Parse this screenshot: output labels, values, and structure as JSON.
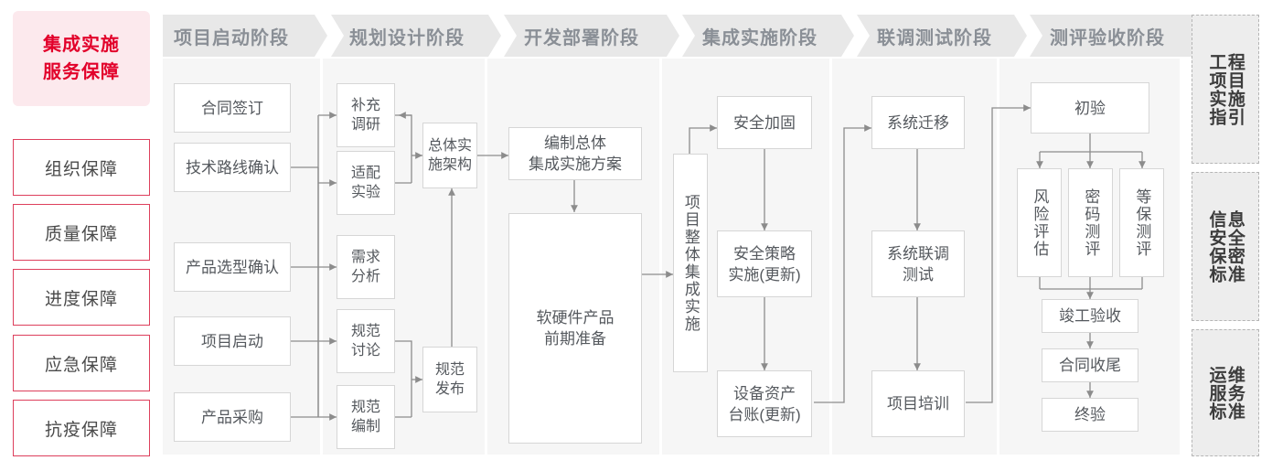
{
  "left_rail": {
    "title": "集成实施\n服务保障",
    "title_line1": "集成实施",
    "title_line2": "服务保障",
    "items": [
      {
        "label": "组织保障"
      },
      {
        "label": "质量保障"
      },
      {
        "label": "进度保障"
      },
      {
        "label": "应急保障"
      },
      {
        "label": "抗疫保障"
      }
    ],
    "colors": {
      "title_bg": "#fce9ed",
      "title_text": "#e2002a",
      "item_border": "#dd3f5c"
    }
  },
  "stages": [
    {
      "id": "stage1",
      "header": "项目启动阶段"
    },
    {
      "id": "stage2",
      "header": "规划设计阶段"
    },
    {
      "id": "stage3",
      "header": "开发部署阶段"
    },
    {
      "id": "stage4",
      "header": "集成实施阶段"
    },
    {
      "id": "stage5",
      "header": "联调测试阶段"
    },
    {
      "id": "stage6",
      "header": "测评验收阶段"
    }
  ],
  "nodes": {
    "s1": [
      {
        "label": "合同签订"
      },
      {
        "label": "技术路线确认"
      },
      {
        "label": "产品选型确认"
      },
      {
        "label": "项目启动"
      },
      {
        "label": "产品采购"
      }
    ],
    "s2_left": [
      {
        "line1": "补充",
        "line2": "调研"
      },
      {
        "line1": "适配",
        "line2": "实验"
      },
      {
        "line1": "需求",
        "line2": "分析"
      },
      {
        "line1": "规范",
        "line2": "讨论"
      },
      {
        "line1": "规范",
        "line2": "编制"
      }
    ],
    "s2_right": [
      {
        "line1": "总体实",
        "line2": "施架构"
      },
      {
        "line1": "规范",
        "line2": "发布"
      }
    ],
    "s3": [
      {
        "line1": "编制总体",
        "line2": "集成实施方案"
      },
      {
        "line1": "软硬件产品",
        "line2": "前期准备"
      }
    ],
    "s4_vertical": {
      "label": "项目整体集成实施"
    },
    "s4": [
      {
        "line1": "安全加固",
        "line2": ""
      },
      {
        "line1": "安全策略",
        "line2": "实施(更新)"
      },
      {
        "line1": "设备资产",
        "line2": "台账(更新)"
      }
    ],
    "s5": [
      {
        "line1": "系统迁移",
        "line2": ""
      },
      {
        "line1": "系统联调",
        "line2": "测试"
      },
      {
        "line1": "项目培训",
        "line2": ""
      }
    ],
    "s6_top": {
      "label": "初验"
    },
    "s6_tests": [
      {
        "label": "风险评估"
      },
      {
        "label": "密码测评"
      },
      {
        "label": "等保测评"
      }
    ],
    "s6_bottom": [
      {
        "label": "竣工验收"
      },
      {
        "label": "合同收尾"
      },
      {
        "label": "终验"
      }
    ]
  },
  "right_rail": [
    {
      "col_right": "程目施引",
      "col_left": "工项实指",
      "full": "工程项目实施指引"
    },
    {
      "col_right": "息全密准",
      "col_left": "信安保标",
      "full": "信息安全保密标准"
    },
    {
      "col_right": "维务准",
      "col_left": "运服标",
      "full": "运维服务标准"
    }
  ],
  "colors": {
    "column_bg": "#f6f6f6",
    "header_bg": "#e8e8e8",
    "header_text": "#8a8f96",
    "node_border": "#d6d6d6",
    "node_text": "#55595e",
    "wire": "#8c8c8c",
    "rail_bg": "#ededed",
    "rail_border": "#b5b5b5"
  }
}
